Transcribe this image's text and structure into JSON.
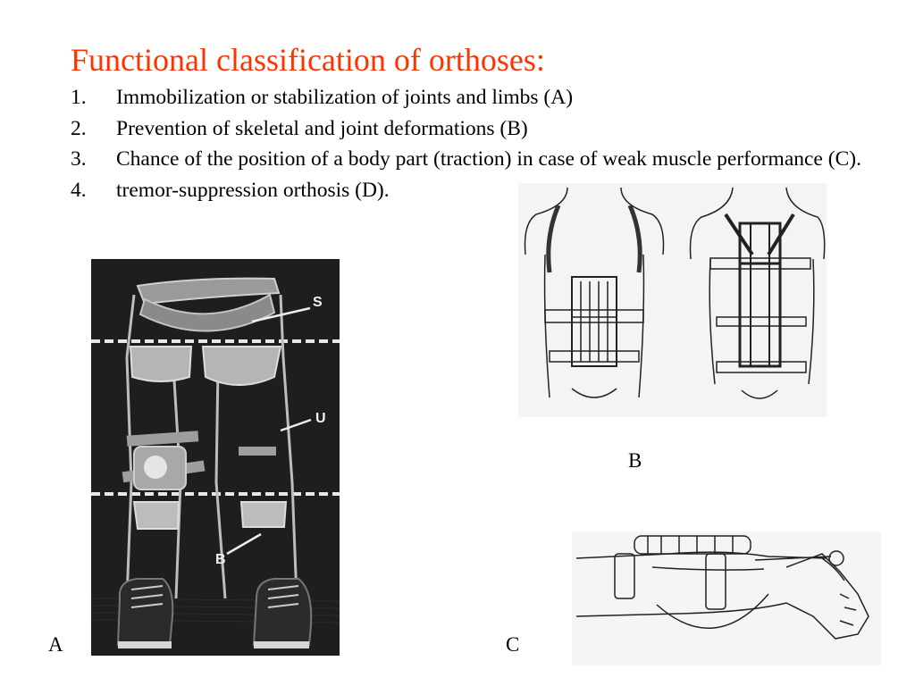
{
  "title": "Functional classification of orthoses:",
  "items": [
    {
      "num": "1.",
      "text": "Immobilization or stabilization of joints and limbs (A)"
    },
    {
      "num": "2.",
      "text": "Prevention of skeletal and joint deformations (B)"
    },
    {
      "num": "3.",
      "text": "Chance of the position of a body part (traction) in case of weak muscle performance (C)."
    },
    {
      "num": "4.",
      "text": "tremor-suppression orthosis (D)."
    }
  ],
  "figure_a": {
    "caption": "A",
    "labels": {
      "s": "S",
      "u": "U",
      "b": "B"
    }
  },
  "figure_b": {
    "caption": "B"
  },
  "figure_c": {
    "caption": "C"
  },
  "colors": {
    "title": "#ff3300"
  }
}
